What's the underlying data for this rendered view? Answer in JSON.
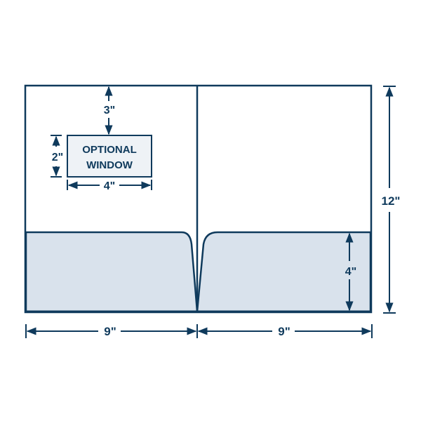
{
  "diagram": {
    "type": "two-pocket folder dieline",
    "colors": {
      "stroke": "#0f3a5c",
      "pocket_fill": "#d9e2ec",
      "window_fill": "#eef2f6",
      "background": "#ffffff"
    },
    "window": {
      "line1": "OPTIONAL",
      "line2": "WINDOW",
      "width_label": "4\"",
      "height_label": "2\"",
      "top_offset_label": "3\""
    },
    "dimensions": {
      "left_panel_width": "9\"",
      "right_panel_width": "9\"",
      "total_height": "12\"",
      "pocket_height": "4\""
    }
  }
}
